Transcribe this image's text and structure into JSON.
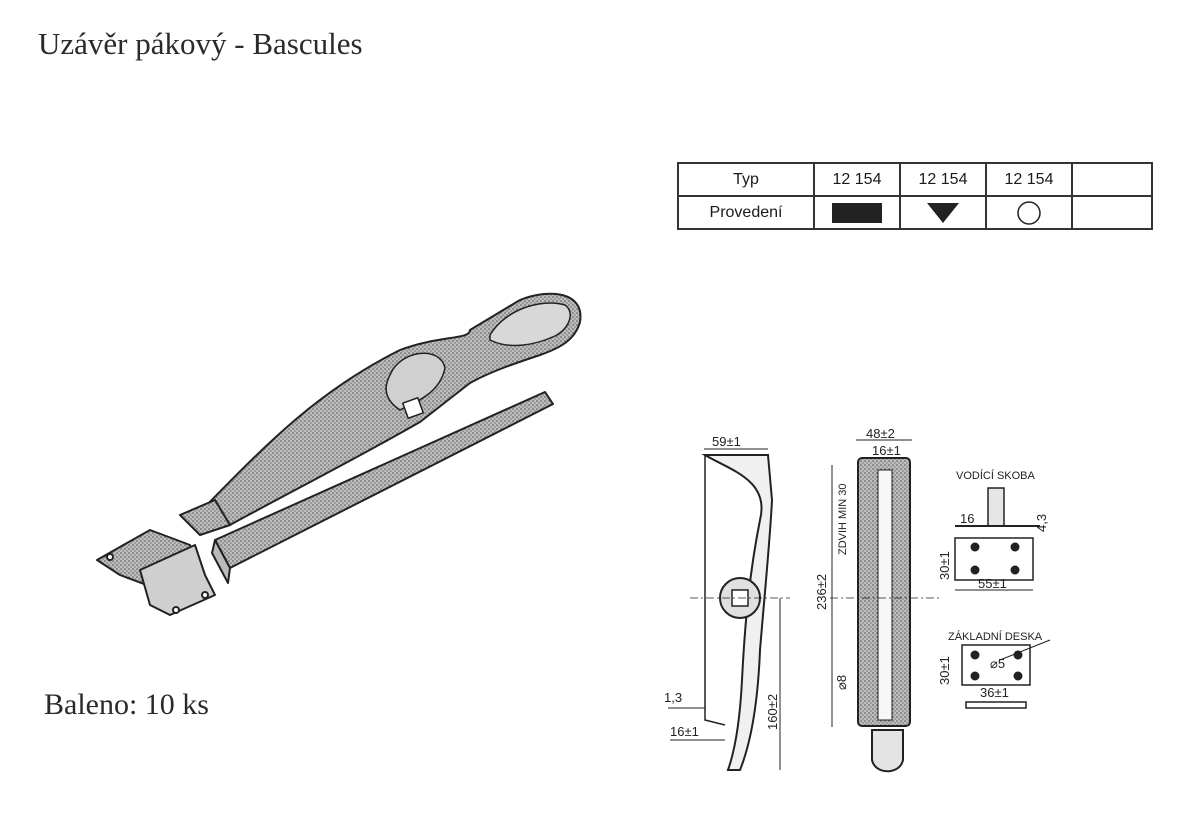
{
  "title": "Uzávěr pákový - Bascules",
  "packaging": "Baleno: 10 ks",
  "spec_table": {
    "row1_label": "Typ",
    "row2_label": "Provedení",
    "types": [
      "12 154",
      "12 154",
      "12 154"
    ],
    "finishes": [
      "black-rectangle",
      "black-triangle",
      "white-circle"
    ]
  },
  "dimensions": {
    "side_width": "59±1",
    "side_height": "160±2",
    "side_thickness": "1,3",
    "side_bottom": "16±1",
    "front_width": "48±2",
    "front_inner": "16±1",
    "front_height": "236±2",
    "front_stroke": "ZDVIH MIN 30",
    "front_hole": "⌀8"
  },
  "guide_bracket": {
    "label": "VODÍCÍ SKOBA",
    "width_top": "16",
    "hole": "4,3",
    "height": "30±1",
    "width": "55±1"
  },
  "base_plate": {
    "label": "ZÁKLADNÍ DESKA",
    "height": "30±1",
    "hole": "⌀5",
    "width": "36±1"
  },
  "colors": {
    "ink": "#222222",
    "hatch": "#777777",
    "paper": "#ffffff"
  }
}
